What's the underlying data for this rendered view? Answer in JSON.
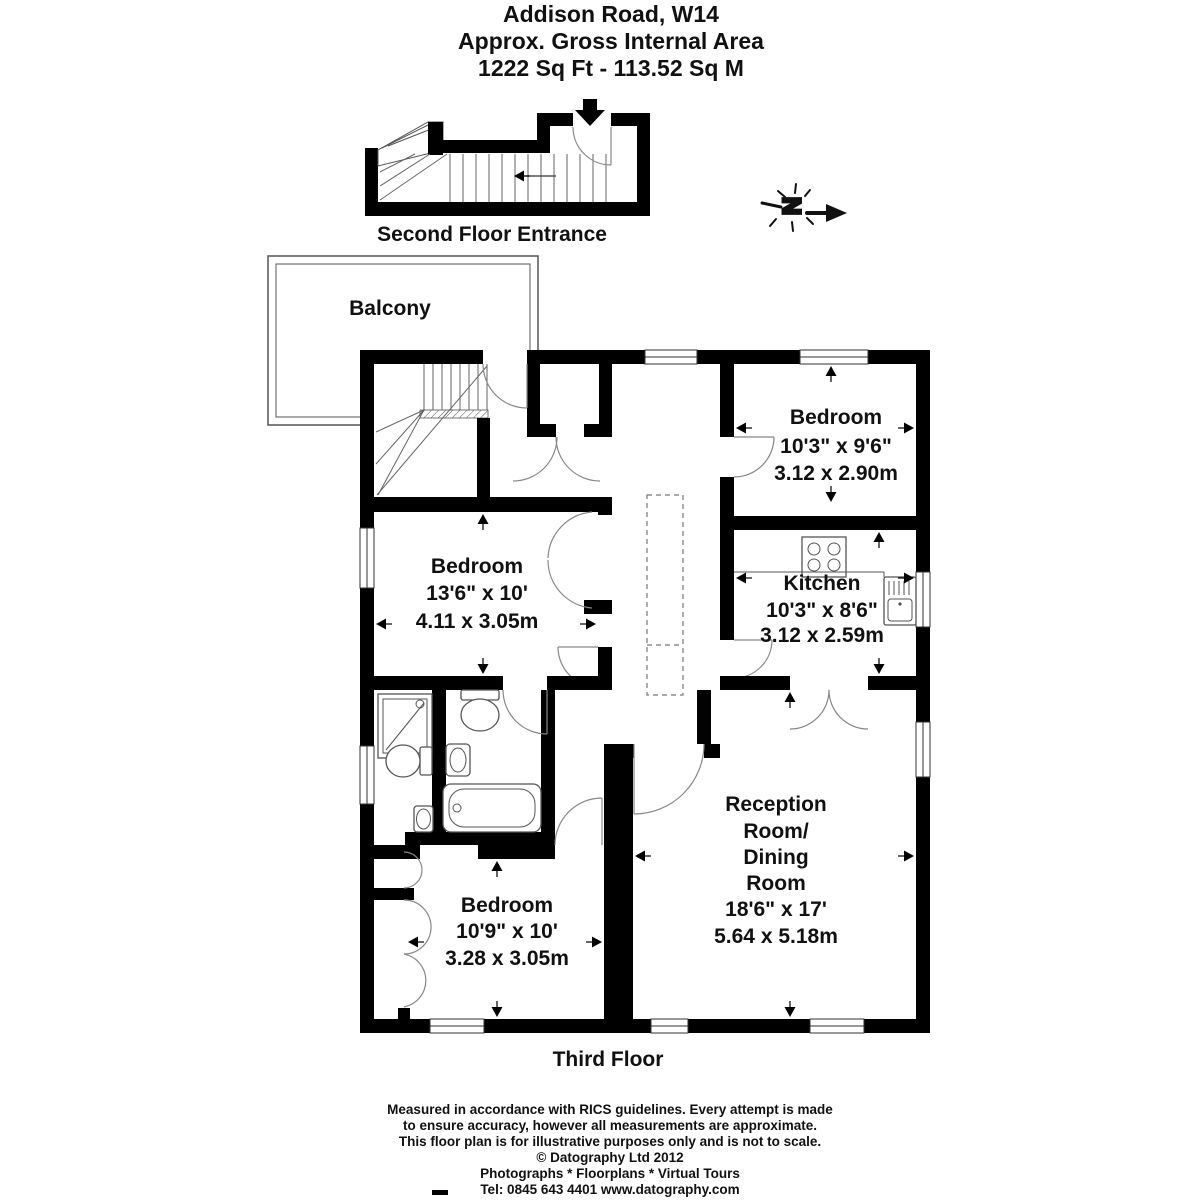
{
  "colors": {
    "ink": "#000000",
    "paper": "#ffffff"
  },
  "header": {
    "address": "Addison Road, W14",
    "area_label": "Approx. Gross Internal Area",
    "area_value": "1222 Sq Ft - 113.52 Sq M"
  },
  "floors": {
    "second": "Second Floor Entrance",
    "third": "Third Floor"
  },
  "balcony_label": "Balcony",
  "north_label": "N",
  "rooms": {
    "bedroom_top_right": {
      "name": "Bedroom",
      "imperial": "10'3\" x 9'6\"",
      "metric": "3.12 x 2.90m"
    },
    "bedroom_left": {
      "name": "Bedroom",
      "imperial": "13'6\" x 10'",
      "metric": "4.11 x 3.05m"
    },
    "kitchen": {
      "name": "Kitchen",
      "imperial": "10'3\" x 8'6\"",
      "metric": "3.12 x 2.59m"
    },
    "reception": {
      "name_line1": "Reception",
      "name_line2": "Room/",
      "name_line3": "Dining",
      "name_line4": "Room",
      "imperial": "18'6\" x 17'",
      "metric": "5.64 x 5.18m"
    },
    "bedroom_bottom": {
      "name": "Bedroom",
      "imperial": "10'9\" x 10'",
      "metric": "3.28 x 3.05m"
    }
  },
  "footer": {
    "line1": "Measured in accordance with RICS guidelines. Every attempt is made",
    "line2": "to ensure accuracy, however all measurements are approximate.",
    "line3": "This floor plan is for illustrative purposes only and is not to scale.",
    "line4": "© Datography Ltd 2012",
    "line5": "Photographs * Floorplans * Virtual Tours",
    "line6": "Tel: 0845 643 4401 www.datography.com"
  }
}
